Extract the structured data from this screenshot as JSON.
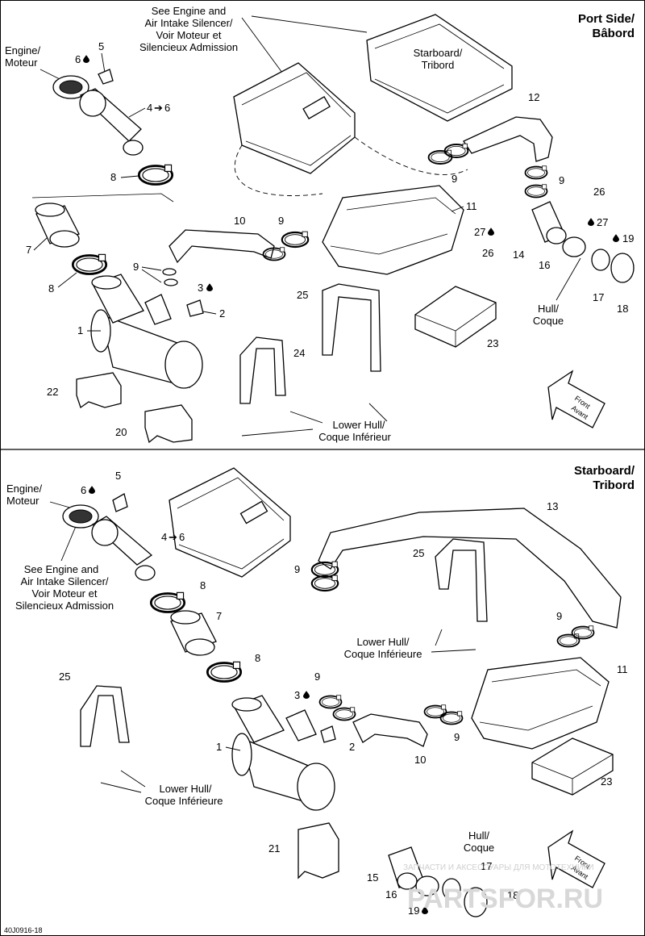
{
  "top": {
    "title_line1": "Port Side/",
    "title_line2": "Bâbord",
    "see_engine": [
      "See Engine and",
      "Air Intake Silencer/",
      "Voir Moteur et",
      "Silencieux Admission"
    ],
    "engine_label": [
      "Engine/",
      "Moteur"
    ],
    "starboard_label": [
      "Starboard/",
      "Tribord"
    ],
    "hull_label": [
      "Hull/",
      "Coque"
    ],
    "lower_hull": [
      "Lower Hull/",
      "Coque Inférieur"
    ],
    "front_label": [
      "Front",
      "Avant"
    ],
    "callouts": {
      "c1": "1",
      "c2": "2",
      "c3": "3",
      "c4": "4",
      "c6": "6",
      "c5": "5",
      "c7": "7",
      "c8a": "8",
      "c8b": "8",
      "c9a": "9",
      "c9b": "9",
      "c9c": "9",
      "c9d": "9",
      "c10": "10",
      "c11": "11",
      "c12": "12",
      "c14": "14",
      "c16": "16",
      "c17": "17",
      "c18": "18",
      "c19": "19",
      "c20": "20",
      "c22": "22",
      "c23": "23",
      "c24": "24",
      "c25": "25",
      "c26a": "26",
      "c26b": "26",
      "c27a": "27",
      "c27b": "27"
    }
  },
  "bottom": {
    "title_line1": "Starboard/",
    "title_line2": "Tribord",
    "engine_label": [
      "Engine/",
      "Moteur"
    ],
    "see_engine": [
      "See Engine and",
      "Air Intake Silencer/",
      "Voir Moteur et",
      "Silencieux Admission"
    ],
    "lower_hull_a": [
      "Lower Hull/",
      "Coque Inférieure"
    ],
    "lower_hull_b": [
      "Lower Hull/",
      "Coque Inférieure"
    ],
    "hull_label": [
      "Hull/",
      "Coque"
    ],
    "front_label": [
      "Front",
      "Avant"
    ],
    "callouts": {
      "c1": "1",
      "c2": "2",
      "c3": "3",
      "c4": "4",
      "c6": "6",
      "c5": "5",
      "c7": "7",
      "c8a": "8",
      "c8b": "8",
      "c9a": "9",
      "c9b": "9",
      "c9c": "9",
      "c9d": "9",
      "c10": "10",
      "c11": "11",
      "c13": "13",
      "c15": "15",
      "c16": "16",
      "c17": "17",
      "c18": "18",
      "c19": "19",
      "c21": "21",
      "c23": "23",
      "c25a": "25",
      "c25b": "25"
    }
  },
  "figure_id": "40J0916-18",
  "watermark": {
    "text": "PARTSFOR.RU",
    "subtext": "ЗАПЧАСТИ И АКСЕССУАРЫ ДЛЯ МОТОТЕХНИКИ"
  },
  "icons": [
    "drop-icon",
    "arrow-right-icon"
  ]
}
